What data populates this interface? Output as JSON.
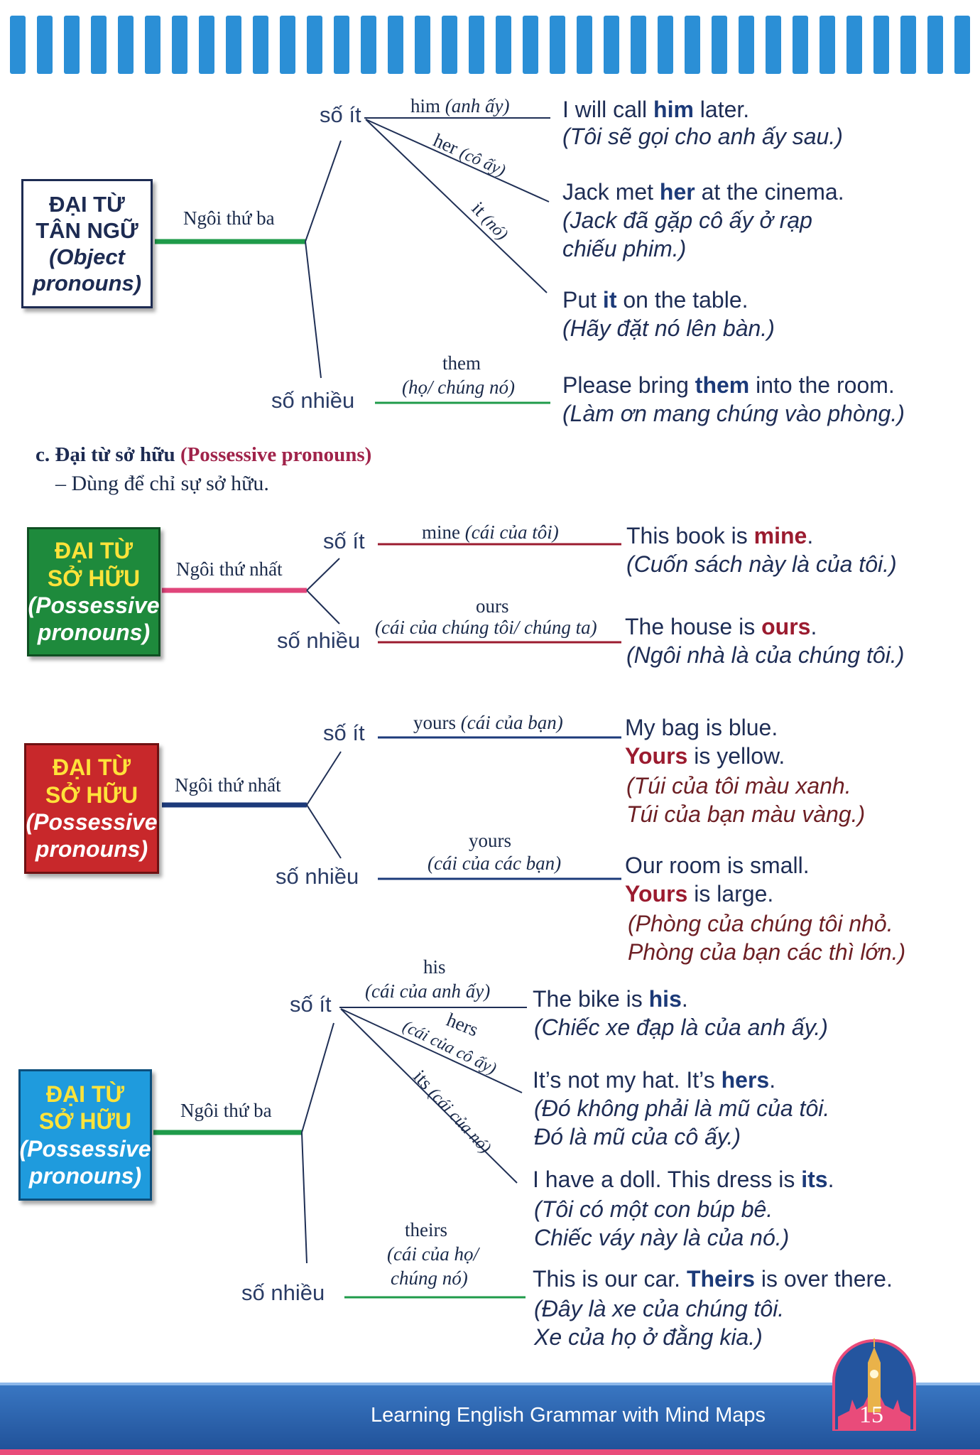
{
  "object_pronouns": {
    "box": [
      "ĐẠI TỪ",
      "TÂN NGỮ",
      "(Object",
      "pronouns)"
    ],
    "person_label": "Ngôi thứ ba",
    "singular_label": "số ít",
    "plural_label": "số nhiều",
    "him": {
      "word": "him",
      "meaning": "(anh ấy)",
      "example_pre": "I will call ",
      "example_bold": "him",
      "example_post": " later.",
      "translation": "(Tôi sẽ gọi cho anh ấy sau.)"
    },
    "her": {
      "word": "her",
      "meaning": "(cô ấy)",
      "example_pre": "Jack met ",
      "example_bold": "her",
      "example_post": " at the cinema.",
      "translation_1": "(Jack đã gặp cô ấy ở rạp",
      "translation_2": "chiếu phim.)"
    },
    "it": {
      "word": "it",
      "meaning": "(nó)",
      "example_pre": "Put ",
      "example_bold": "it",
      "example_post": " on the table.",
      "translation": "(Hãy đặt nó lên bàn.)"
    },
    "them": {
      "word": "them",
      "meaning": "(họ/ chúng nó)",
      "example_pre": "Please bring ",
      "example_bold": "them",
      "example_post": " into the room.",
      "translation": "(Làm ơn mang chúng vào phòng.)"
    }
  },
  "section_c": {
    "heading_pre": "c. Đại từ sở hữu ",
    "heading_en": "(Possessive pronouns)",
    "note": "– Dùng để chỉ sự sở hữu."
  },
  "possessive_first": {
    "box": [
      "ĐẠI TỪ",
      "SỞ HỮU",
      "(Possessive",
      "pronouns)"
    ],
    "person_label": "Ngôi thứ nhất",
    "singular_label": "số ít",
    "plural_label": "số nhiều",
    "mine": {
      "word": "mine",
      "meaning": "(cái của tôi)",
      "example_pre": "This book is ",
      "example_bold": "mine",
      "example_post": ".",
      "translation": "(Cuốn sách này là của tôi.)"
    },
    "ours": {
      "word": "ours",
      "meaning": "(cái của chúng tôi/ chúng ta)",
      "example_pre": "The house is ",
      "example_bold": "ours",
      "example_post": ".",
      "translation": "(Ngôi nhà là của chúng tôi.)"
    }
  },
  "possessive_second": {
    "box": [
      "ĐẠI TỪ",
      "SỞ HỮU",
      "(Possessive",
      "pronouns)"
    ],
    "person_label": "Ngôi thứ nhất",
    "singular_label": "số ít",
    "plural_label": "số nhiều",
    "yours_sg": {
      "word": "yours",
      "meaning": "(cái của bạn)",
      "example_1": "My bag is blue.",
      "example_bold": "Yours",
      "example_post": " is yellow.",
      "translation_1": "(Túi của tôi màu xanh.",
      "translation_2": "Túi của bạn màu vàng.)"
    },
    "yours_pl": {
      "word": "yours",
      "meaning": "(cái của các bạn)",
      "example_1": "Our room is small.",
      "example_bold": "Yours",
      "example_post": " is large.",
      "translation_1": "(Phòng của chúng tôi nhỏ.",
      "translation_2": "Phòng của bạn các thì lớn.)"
    }
  },
  "possessive_third": {
    "box": [
      "ĐẠI TỪ",
      "SỞ HỮU",
      "(Possessive",
      "pronouns)"
    ],
    "person_label": "Ngôi thứ ba",
    "singular_label": "số ít",
    "plural_label": "số nhiều",
    "his": {
      "word": "his",
      "meaning": "(cái của anh ấy)",
      "example_pre": "The bike is ",
      "example_bold": "his",
      "example_post": ".",
      "translation": "(Chiếc xe đạp là của anh ấy.)"
    },
    "hers": {
      "word": "hers",
      "meaning": "(cái của cô ấy)",
      "example_pre": "It’s not my hat. It’s ",
      "example_bold": "hers",
      "example_post": ".",
      "translation_1": "(Đó không phải là mũ của tôi.",
      "translation_2": "Đó là mũ của cô ấy.)"
    },
    "its": {
      "word": "its",
      "meaning": "(cái của nó)",
      "example_pre": "I have a doll. This dress is ",
      "example_bold": "its",
      "example_post": ".",
      "translation_1": "(Tôi có một con búp bê.",
      "translation_2": "Chiếc váy này là của nó.)"
    },
    "theirs": {
      "word": "theirs",
      "meaning_1": "(cái của họ/",
      "meaning_2": "chúng nó)",
      "example_pre": "This is our car. ",
      "example_bold": "Theirs",
      "example_post": " is over there.",
      "translation_1": "(Đây là xe của chúng tôi.",
      "translation_2": "Xe của họ ở đằng kia.)"
    }
  },
  "footer": {
    "title": "Learning English Grammar with Mind Maps",
    "page": "15"
  },
  "colors": {
    "binding": "#2b8fd6",
    "green": "#1f9b4a",
    "pink": "#e0457a",
    "navy": "#1c3a7a",
    "red_box": "#c8282b",
    "blue_box": "#1f9bdd",
    "footer": "#2a61ad"
  }
}
